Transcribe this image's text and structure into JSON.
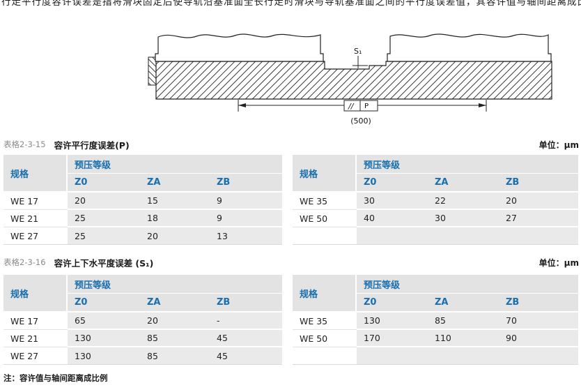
{
  "page": {
    "clipped_top_text": "行走平行度容许误差是指将滑块固定后使导轨沿基准面全长行走时滑块与导轨基准面之间的平行度误差值，其容许值与轴间距离成比例，如下表所示。",
    "note": "注：容许值与轴间距离成比例"
  },
  "diagram": {
    "s1_label": "S₁",
    "parallelism_symbol": "//",
    "datum_letter": "P",
    "dimension_label": "(500)"
  },
  "colors": {
    "header_blue": "#1a6fae",
    "header_bg": "#e3e3e3",
    "value_cell_bg": "#eaeaea"
  },
  "tables": [
    {
      "table_no": "表格2-3-15",
      "title": "容许平行度误差(P)",
      "unit": "单位：μm",
      "spec_header": "规格",
      "col_group_header": "预压等级",
      "columns": [
        "Z0",
        "ZA",
        "ZB"
      ],
      "left_rows": [
        {
          "spec": "WE 17",
          "values": [
            "20",
            "15",
            "9"
          ]
        },
        {
          "spec": "WE 21",
          "values": [
            "25",
            "18",
            "9"
          ]
        },
        {
          "spec": "WE 27",
          "values": [
            "25",
            "20",
            "13"
          ]
        }
      ],
      "right_rows": [
        {
          "spec": "WE 35",
          "values": [
            "30",
            "22",
            "20"
          ]
        },
        {
          "spec": "WE 50",
          "values": [
            "40",
            "30",
            "27"
          ]
        },
        {
          "spec": "",
          "values": [
            "",
            "",
            ""
          ]
        }
      ]
    },
    {
      "table_no": "表格2-3-16",
      "title": "容许上下水平度误差 (S₁)",
      "unit": "单位：μm",
      "spec_header": "规格",
      "col_group_header": "预压等级",
      "columns": [
        "Z0",
        "ZA",
        "ZB"
      ],
      "left_rows": [
        {
          "spec": "WE 17",
          "values": [
            "65",
            "20",
            "-"
          ]
        },
        {
          "spec": "WE 21",
          "values": [
            "130",
            "85",
            "45"
          ]
        },
        {
          "spec": "WE 27",
          "values": [
            "130",
            "85",
            "45"
          ]
        }
      ],
      "right_rows": [
        {
          "spec": "WE 35",
          "values": [
            "130",
            "85",
            "70"
          ]
        },
        {
          "spec": "WE 50",
          "values": [
            "170",
            "110",
            "90"
          ]
        },
        {
          "spec": "",
          "values": [
            "",
            "",
            ""
          ]
        }
      ]
    }
  ]
}
